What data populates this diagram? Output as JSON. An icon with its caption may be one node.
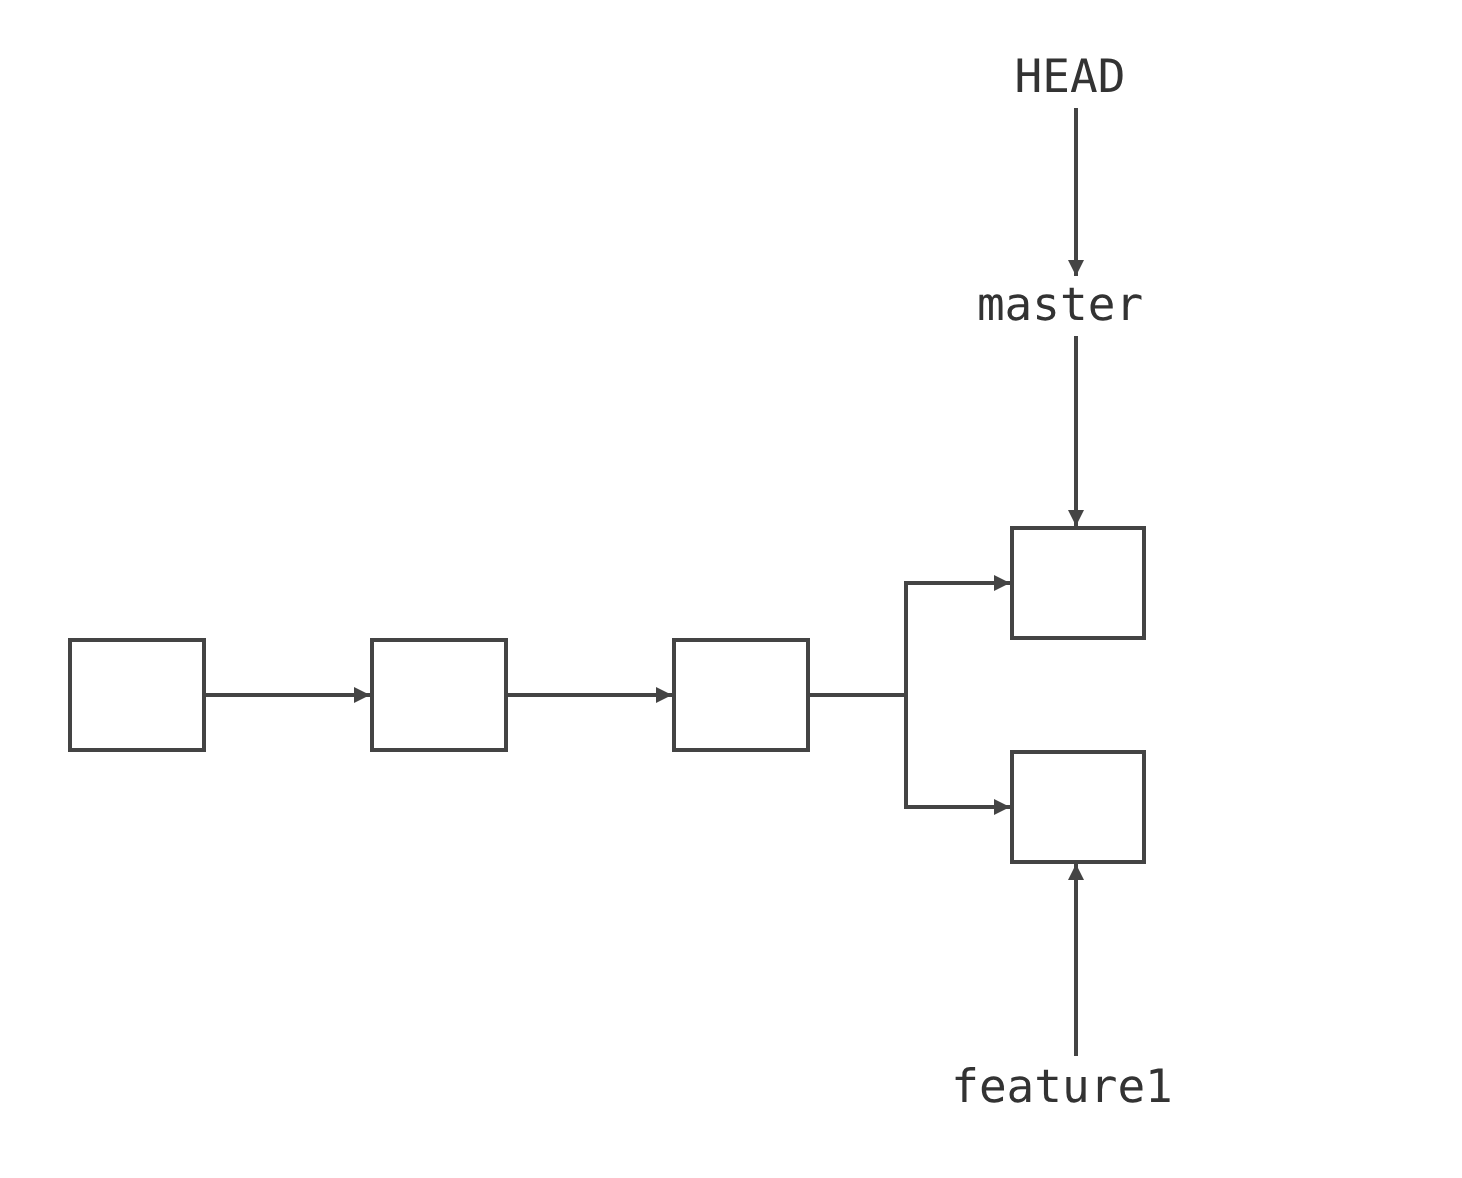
{
  "diagram": {
    "nodes": [
      {
        "text": [
          "HEAD"
        ]
      },
      {
        "text": [
          "master"
        ]
      },
      {
        "text": [],
        "shape": "box"
      },
      {
        "text": [],
        "shape": "box"
      },
      {
        "text": [],
        "shape": "box"
      },
      {
        "text": [],
        "shape": "box"
      },
      {
        "text": [],
        "shape": "box"
      },
      {
        "text": [
          "feature1"
        ]
      }
    ],
    "edges": [
      {
        "from": 0,
        "to": 1,
        "arrow": "to"
      },
      {
        "from": 1,
        "to": 2,
        "arrow": "to"
      },
      {
        "from": 3,
        "to": 4,
        "arrow": "to"
      },
      {
        "from": 4,
        "to": 5,
        "arrow": "to"
      },
      {
        "from": 5,
        "to": 2,
        "arrow": "to"
      },
      {
        "from": 5,
        "to": 6,
        "arrow": "to"
      },
      {
        "from": 7,
        "to": 6,
        "arrow": "to"
      }
    ]
  }
}
